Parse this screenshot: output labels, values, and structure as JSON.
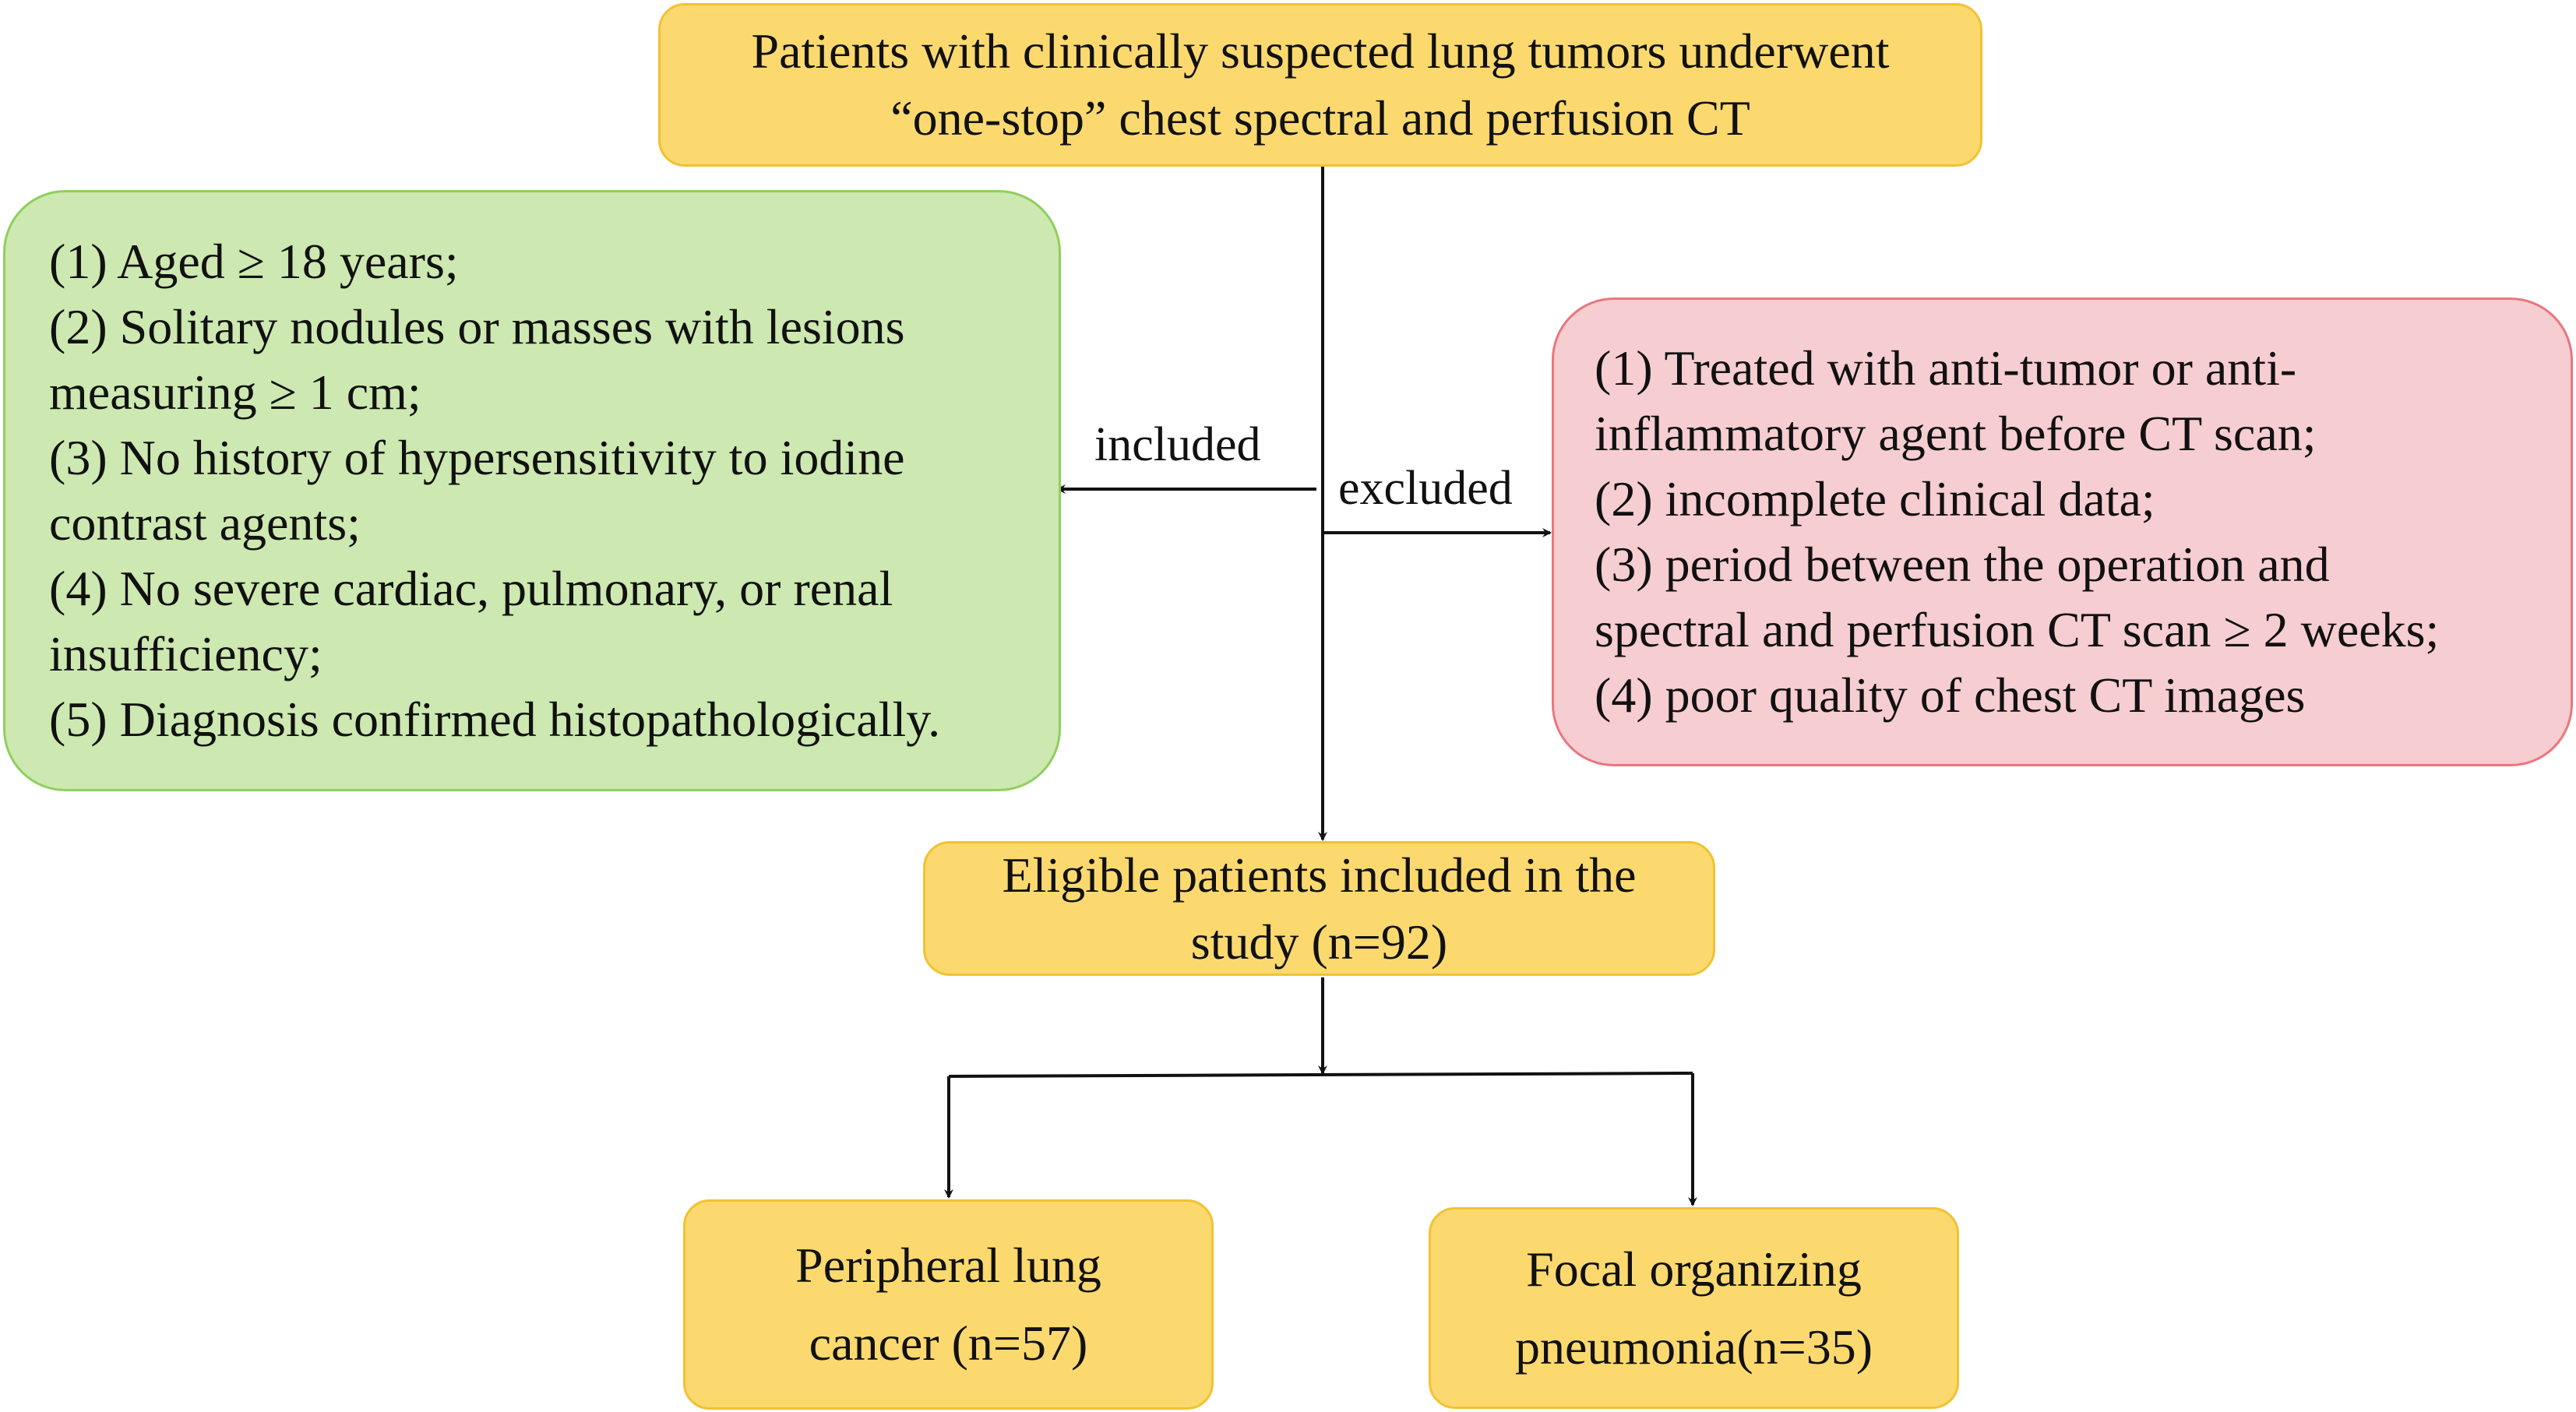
{
  "top_box": {
    "lines": [
      "Patients with clinically suspected lung tumors underwent",
      "“one-stop” chest spectral and perfusion CT"
    ]
  },
  "inclusion_box": {
    "lines": [
      "(1) Aged ≥ 18 years;",
      "(2) Solitary nodules or masses with lesions",
      "measuring ≥ 1 cm;",
      "(3) No history of hypersensitivity to iodine",
      "contrast agents;",
      "(4) No severe cardiac, pulmonary, or renal",
      "insufficiency;",
      "(5) Diagnosis confirmed histopathologically."
    ]
  },
  "exclusion_box": {
    "lines": [
      "(1) Treated with anti-tumor or anti-",
      "inflammatory agent before CT scan;",
      "(2) incomplete clinical data;",
      "(3) period between the operation and",
      "spectral and perfusion CT scan ≥ 2 weeks;",
      "(4) poor quality of chest CT images"
    ]
  },
  "labels": {
    "included": "included",
    "excluded": "excluded"
  },
  "eligible_box": {
    "lines": [
      "Eligible patients included in the",
      "study (n=92)"
    ]
  },
  "cancer_box": {
    "lines": [
      "Peripheral lung",
      "cancer (n=57)"
    ]
  },
  "pneumonia_box": {
    "lines": [
      "Focal organizing",
      "pneumonia(n=35)"
    ]
  },
  "colors": {
    "yellow_fill": "#fbd96f",
    "yellow_border": "#f1c232",
    "green_fill": "#cde8b0",
    "green_border": "#8fcf5e",
    "red_fill": "#f6cdd0",
    "red_border": "#e9767e",
    "line": "#111111"
  }
}
